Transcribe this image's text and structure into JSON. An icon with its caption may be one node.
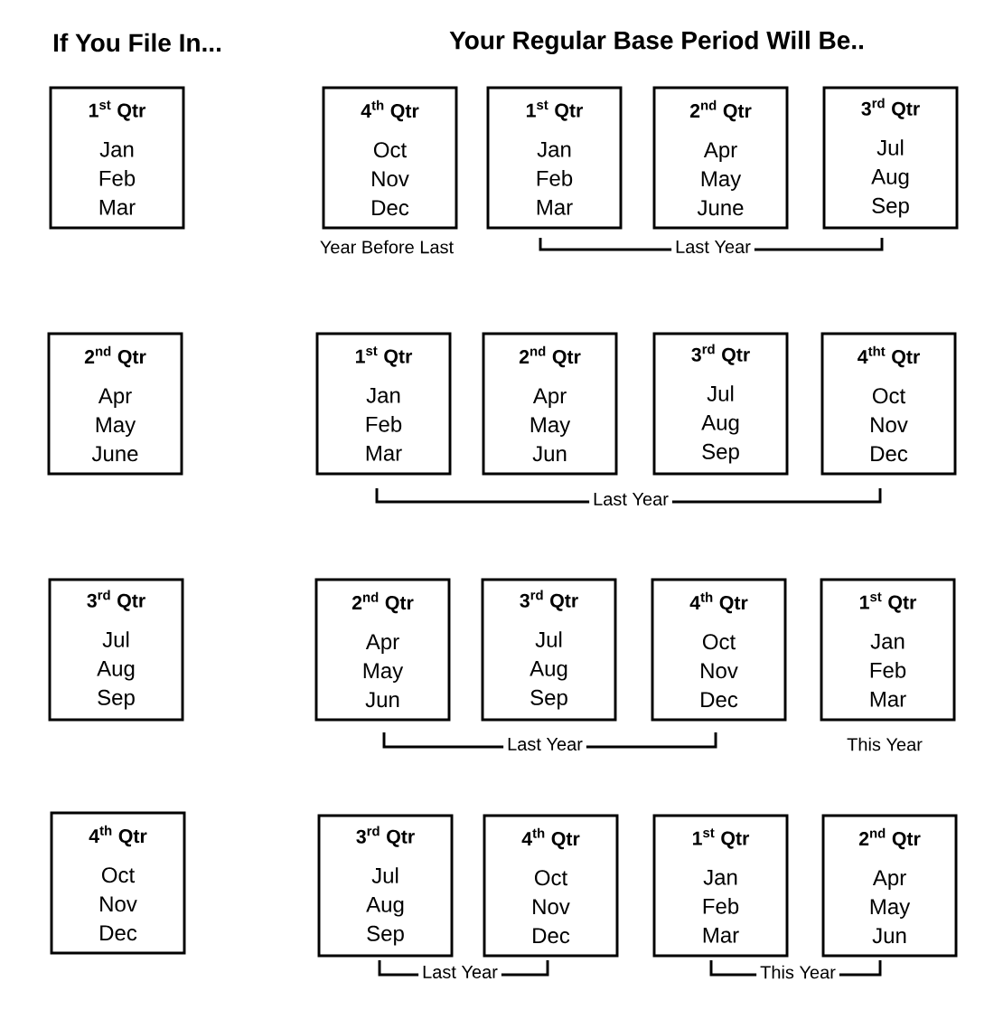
{
  "diagram": {
    "nodes": [
      {
        "text": [
          "\\mathbf{1^{st}\\ Qtr}",
          "Jan",
          "Feb",
          "Mar"
        ]
      },
      {
        "text": [
          "\\mathbf{4^{th}\\ Qtr}",
          "Oct",
          "Nov",
          "Dec"
        ]
      },
      {
        "text": [
          "\\mathbf{1^{st}\\ Qtr}",
          "Jan",
          "Feb",
          "Mar"
        ]
      },
      {
        "text": [
          "\\mathbf{2^{nd}\\ Qtr}",
          "Apr",
          "May",
          "June"
        ]
      },
      {
        "text": [
          "\\mathbf{3^{rd}\\ Qtr}",
          "Jul",
          "Aug",
          "Sep"
        ]
      },
      {
        "text": [
          "\\mathbf{2^{nd}\\ Qtr}",
          "Apr",
          "May",
          "June"
        ]
      },
      {
        "text": [
          "\\mathbf{1^{st}\\ Qtr}",
          "Jan",
          "Feb",
          "Mar"
        ]
      },
      {
        "text": [
          "\\mathbf{2^{nd}\\ Qtr}",
          "Apr",
          "May",
          "Jun"
        ]
      },
      {
        "text": [
          "\\mathbf{3^{rd}\\ Qtr}",
          "Jul",
          "Aug",
          "Sep"
        ]
      },
      {
        "text": [
          "\\mathbf{4^{tht}\\ Qtr}",
          "Oct",
          "Nov",
          "Dec"
        ]
      },
      {
        "text": [
          "\\mathbf{3^{rd}\\ Qtr}",
          "Jul",
          "Aug",
          "Sep"
        ]
      },
      {
        "text": [
          "\\mathbf{2^{nd}\\ Qtr}",
          "Apr",
          "May",
          "Jun"
        ]
      },
      {
        "text": [
          "\\mathbf{3^{rd}\\ Qtr}",
          "Jul",
          "Aug",
          "Sep"
        ]
      },
      {
        "text": [
          "\\mathbf{4^{th}\\ Qtr}",
          "Oct",
          "Nov",
          "Dec"
        ]
      },
      {
        "text": [
          "\\mathbf{1^{st}\\ Qtr}",
          "Jan",
          "Feb",
          "Mar"
        ]
      },
      {
        "text": [
          "\\mathbf{4^{th}\\ Qtr}",
          "Oct",
          "Nov",
          "Dec"
        ]
      },
      {
        "text": [
          "\\mathbf{3^{rd}\\ Qtr}",
          "Jul",
          "Aug",
          "Sep"
        ]
      },
      {
        "text": [
          "\\mathbf{4^{th}\\ Qtr}",
          "Oct",
          "Nov",
          "Dec"
        ]
      },
      {
        "text": [
          "\\mathbf{1^{st}\\ Qtr}",
          "Jan",
          "Feb",
          "Mar"
        ]
      },
      {
        "text": [
          "\\mathbf{2^{nd}\\ Qtr}",
          "Apr",
          "May",
          "Jun"
        ]
      }
    ],
    "labels": [
      "If You File In...",
      "Your Regular Base Period Will Be..",
      "Year Before Last",
      "Last Year",
      "Last Year",
      "Last Year",
      "This Year",
      "Last Year",
      "This Year"
    ]
  }
}
